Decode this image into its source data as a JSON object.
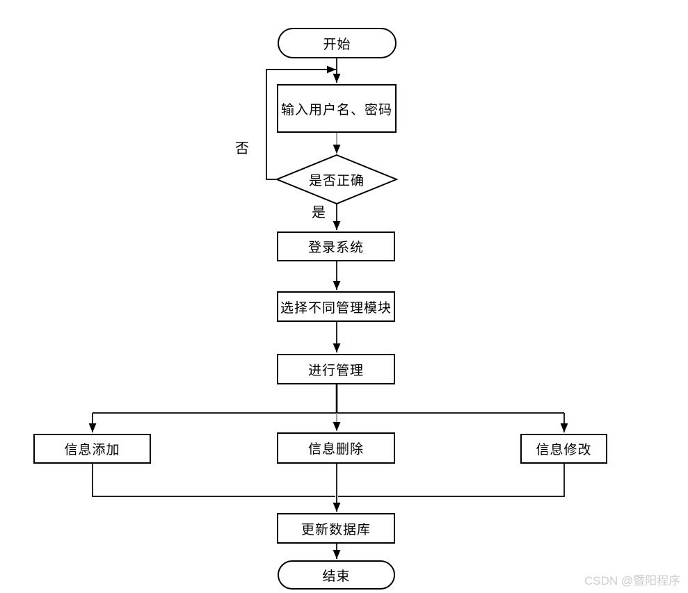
{
  "diagram": {
    "type": "flowchart",
    "nodes": {
      "start": {
        "label": "开始",
        "shape": "terminator"
      },
      "input": {
        "label": "输入用户名、密码",
        "shape": "process"
      },
      "decision": {
        "label": "是否正确",
        "shape": "decision"
      },
      "login": {
        "label": "登录系统",
        "shape": "process"
      },
      "select": {
        "label": "选择不同管理模块",
        "shape": "process"
      },
      "manage": {
        "label": "进行管理",
        "shape": "process"
      },
      "add": {
        "label": "信息添加",
        "shape": "process"
      },
      "delete": {
        "label": "信息删除",
        "shape": "process"
      },
      "modify": {
        "label": "信息修改",
        "shape": "process"
      },
      "update": {
        "label": "更新数据库",
        "shape": "process"
      },
      "end": {
        "label": "结束",
        "shape": "terminator"
      }
    },
    "edge_labels": {
      "no": "否",
      "yes": "是"
    },
    "colors": {
      "stroke": "#000000",
      "faded-stroke": "#8f8f8f",
      "background": "#ffffff",
      "watermark": "#cdcdcd"
    }
  },
  "watermark": {
    "text": "CSDN @暨阳程序"
  }
}
